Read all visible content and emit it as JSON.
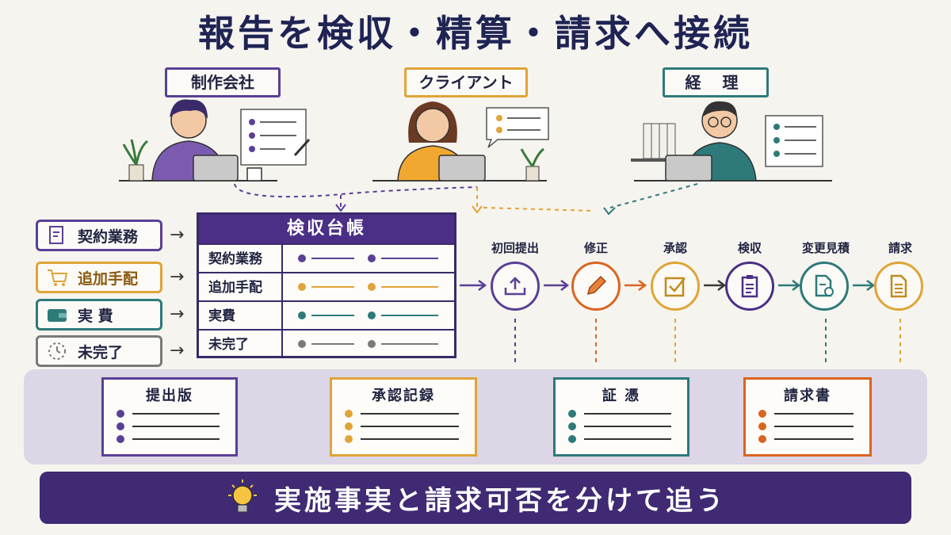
{
  "title": "報告を検収・精算・請求へ接続",
  "roles": {
    "production": "制作会社",
    "client": "クライアント",
    "accounting": "経 理"
  },
  "tags": [
    {
      "label": "契約業務",
      "color": "#5b3f96"
    },
    {
      "label": "追加手配",
      "color": "#e0a437"
    },
    {
      "label": "実 費",
      "color": "#2e7a7a"
    },
    {
      "label": "未完了",
      "color": "#7a7a7a"
    }
  ],
  "ledger": {
    "title": "検収台帳",
    "rows": [
      {
        "label": "契約業務",
        "color": "#5b3f96"
      },
      {
        "label": "追加手配",
        "color": "#e0a437"
      },
      {
        "label": "実費",
        "color": "#2e7a7a"
      },
      {
        "label": "未完了",
        "color": "#7a7a7a"
      }
    ]
  },
  "steps": [
    {
      "label": "初回提出",
      "icon": "upload-icon",
      "color": "#5b3f96"
    },
    {
      "label": "修正",
      "icon": "pencil-icon",
      "color": "#d9651f"
    },
    {
      "label": "承認",
      "icon": "checkbox-icon",
      "color": "#e0a437"
    },
    {
      "label": "検収",
      "icon": "clipboard-icon",
      "color": "#4b2f86"
    },
    {
      "label": "変更見積",
      "icon": "document-refresh-icon",
      "color": "#2e7a7a"
    },
    {
      "label": "請求",
      "icon": "document-icon",
      "color": "#e0a437"
    }
  ],
  "documents": [
    {
      "title": "提出版",
      "color": "#5b3f96"
    },
    {
      "title": "承認記録",
      "color": "#e0a437"
    },
    {
      "title": "証 憑",
      "color": "#2e7a7a"
    },
    {
      "title": "請求書",
      "color": "#d9651f"
    }
  ],
  "banner": "実施事実と請求可否を分けて追う"
}
